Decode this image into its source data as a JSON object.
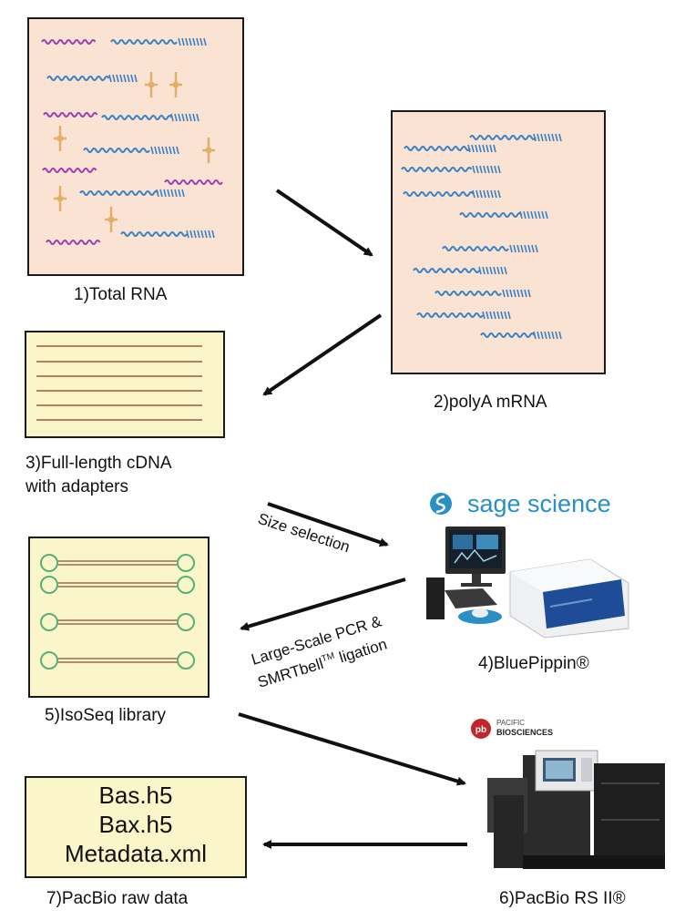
{
  "steps": {
    "total_rna": "1)Total RNA",
    "polya_mrna": "2)polyA mRNA",
    "cdna_line1": "3)Full-length cDNA",
    "cdna_line2": "with adapters",
    "bluepippin": "4)BluePippin®",
    "isoseq": "5)IsoSeq library",
    "pacbio_rs": "6)PacBio RS II®",
    "raw_data": "7)PacBio raw data"
  },
  "arrow_labels": {
    "size_selection": "Size selection",
    "pcr_line1": "Large-Scale PCR &",
    "pcr_line2_a": "SMRTbell",
    "pcr_line2_tm": "TM",
    "pcr_line2_b": " ligation"
  },
  "logos": {
    "sage_brand": "sage science",
    "pacbio_top": "PACIFIC",
    "pacbio_bottom": "BIOSCIENCES"
  },
  "raw_files": [
    "Bas.h5",
    "Bax.h5",
    "Metadata.xml"
  ],
  "colors": {
    "rna_box": "#fbe3d3",
    "cdna_box": "#fbf6c9",
    "mrna_wave": "#3b82c4",
    "other_rna_wave": "#9b3fb5",
    "protein_glyph": "#e0b06a",
    "adapter_green": "#57b07a",
    "sage_blue": "#2a8fc2",
    "pacbio_red": "#c0272d"
  }
}
